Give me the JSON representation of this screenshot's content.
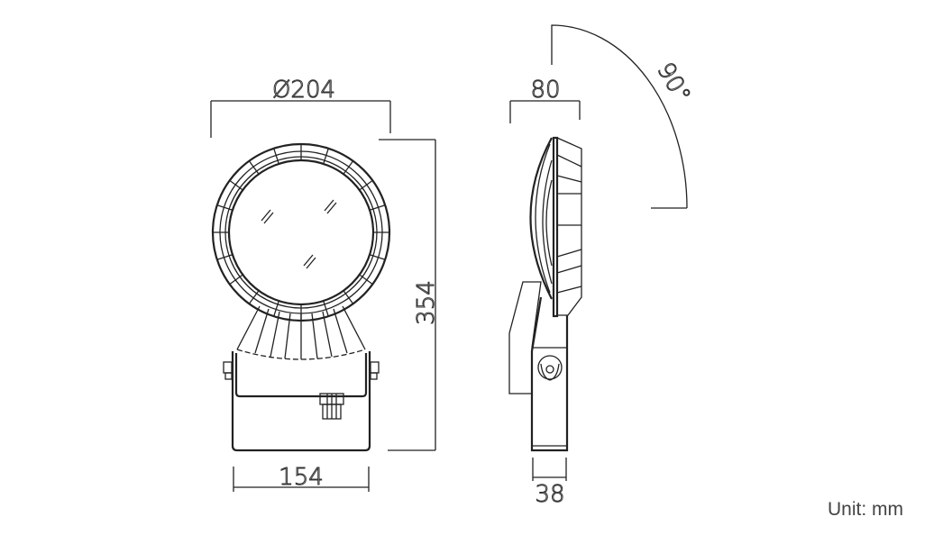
{
  "dimensions": {
    "diameter": "Ø204",
    "height": "354",
    "bracket_width": "154",
    "depth": "80",
    "arm_width": "38",
    "tilt_angle": "90°"
  },
  "unit_label": "Unit: mm"
}
